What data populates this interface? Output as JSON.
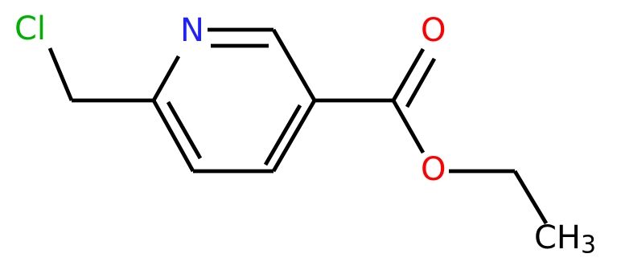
{
  "atoms": {
    "cl": {
      "text": "Cl"
    },
    "n": {
      "text": "N"
    },
    "o_carbonyl": {
      "text": "O"
    },
    "o_ester": {
      "text": "O"
    },
    "ch3": {
      "main": "CH",
      "sub": "3"
    }
  },
  "colors": {
    "bond": "#000000",
    "chlorine": "#00b000",
    "nitrogen": "#1f1fff",
    "oxygen": "#ff0000",
    "carbon": "#000000"
  }
}
